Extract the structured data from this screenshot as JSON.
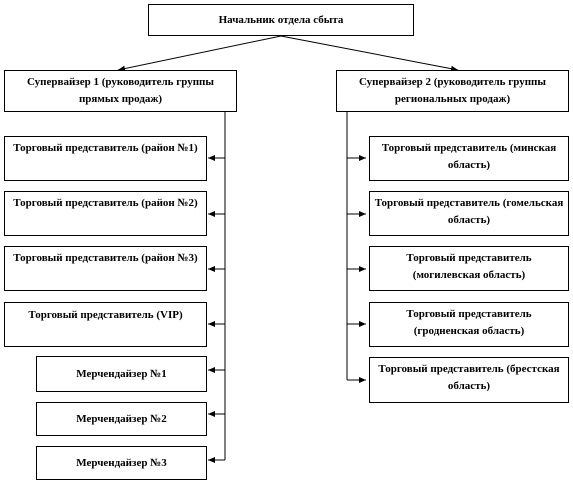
{
  "chart": {
    "head": "Начальник отдела сбыта",
    "supervisor_1": "Супервайзер 1 (руководитель группы прямых продаж)",
    "supervisor_2": "Супервайзер 2 (руководитель группы региональных продаж)",
    "left_branch": [
      "Торговый представитель (район №1)",
      "Торговый представитель (район №2)",
      "Торговый представитель (район №3)",
      "Торговый представитель (VIP)",
      "Мерчендайзер №1",
      "Мерчендайзер №2",
      "Мерчендайзер №3"
    ],
    "right_branch": [
      "Торговый представитель (минская область)",
      "Торговый представитель (гомельская область)",
      "Торговый представитель (могилевская область)",
      "Торговый представитель (гродненская область)",
      "Торговый представитель (брестская область)"
    ]
  }
}
